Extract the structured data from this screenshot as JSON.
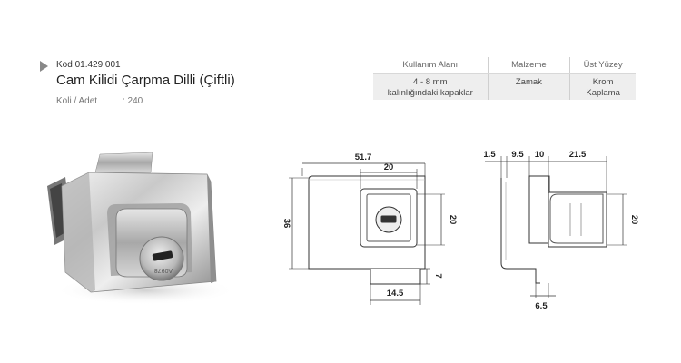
{
  "product": {
    "code": "Kod 01.429.001",
    "title": "Cam Kilidi Çarpma Dilli (Çiftli)",
    "koli_label": "Koli / Adet",
    "koli_value": ": 240",
    "key_text": "A0978"
  },
  "spec_table": {
    "headers": [
      "Kullanım Alanı",
      "Malzeme",
      "Üst Yüzey"
    ],
    "row": [
      [
        "4 - 8 mm",
        "kalınlığındaki kapaklar"
      ],
      [
        "Zamak"
      ],
      [
        "Krom",
        "Kaplama"
      ]
    ]
  },
  "front_view": {
    "width": "51.7",
    "inner_width": "20",
    "height": "36",
    "inner_height": "20",
    "tongue_height": "7",
    "tongue_width": "14.5"
  },
  "side_view": {
    "d1": "1.5",
    "d2": "9.5",
    "d3": "10",
    "d4": "21.5",
    "height": "20",
    "bottom": "6.5"
  }
}
